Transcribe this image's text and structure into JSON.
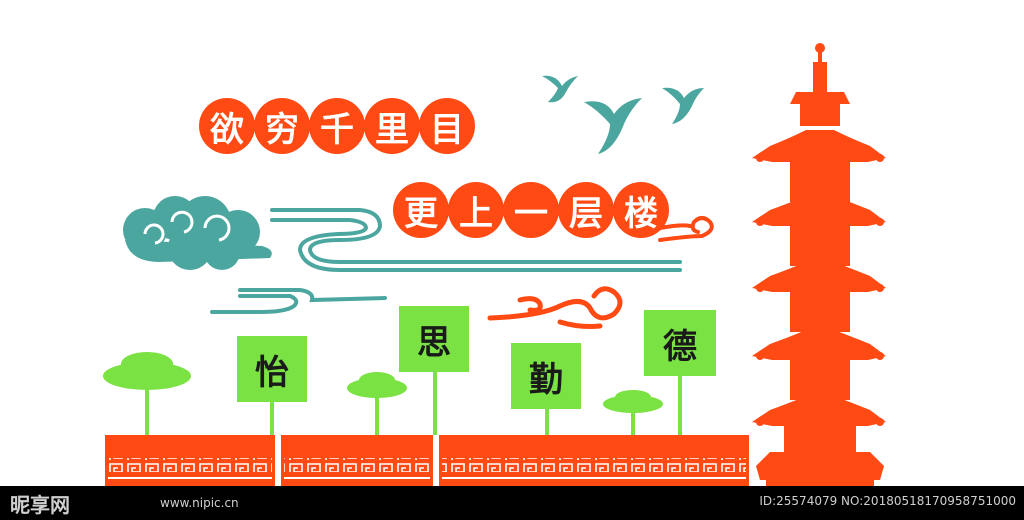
{
  "colors": {
    "orange": "#ff4a14",
    "teal": "#4ca6a0",
    "green": "#7be243",
    "white": "#ffffff",
    "dark_text": "#1a1a1a"
  },
  "poem": {
    "line1": [
      "欲",
      "穷",
      "千",
      "里",
      "目"
    ],
    "line2": [
      "更",
      "上",
      "一",
      "层",
      "楼"
    ]
  },
  "signs": [
    "怡",
    "思",
    "勤",
    "德"
  ],
  "icons": [
    "bird-icon",
    "cloud-icon",
    "pagoda-icon",
    "tree-icon",
    "fret-pattern-icon"
  ],
  "watermark": {
    "site_logo": "昵享网",
    "url": "www.nipic.cn",
    "id_text": "ID:25574079 NO:20180518170958751000"
  }
}
